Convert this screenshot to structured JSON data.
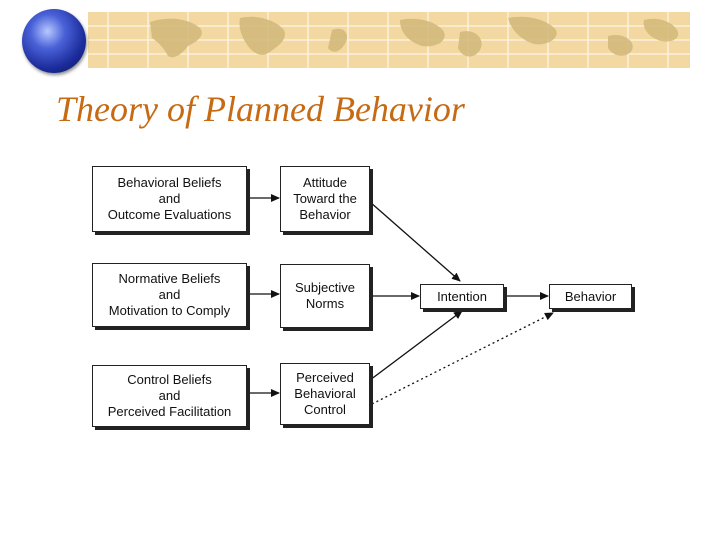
{
  "slide": {
    "title": "Theory of Planned Behavior"
  },
  "banner": {
    "background": "#f3d9a1",
    "gridline": "#ffffff",
    "land": "#d2b878",
    "globe_icon": "globe-icon"
  },
  "diagram": {
    "boxes": {
      "behavioral_beliefs": [
        "Behavioral Beliefs",
        "and",
        "Outcome Evaluations"
      ],
      "normative_beliefs": [
        "Normative Beliefs",
        "and",
        "Motivation to Comply"
      ],
      "control_beliefs": [
        "Control Beliefs",
        "and",
        "Perceived Facilitation"
      ],
      "attitude": [
        "Attitude",
        "Toward the",
        "Behavior"
      ],
      "subjective_norms": [
        "Subjective",
        "Norms"
      ],
      "perceived_control": [
        "Perceived",
        "Behavioral",
        "Control"
      ],
      "intention": [
        "Intention"
      ],
      "behavior": [
        "Behavior"
      ]
    },
    "arrows": [
      {
        "from": "behavioral_beliefs",
        "to": "attitude",
        "style": "solid"
      },
      {
        "from": "normative_beliefs",
        "to": "subjective_norms",
        "style": "solid"
      },
      {
        "from": "control_beliefs",
        "to": "perceived_control",
        "style": "solid"
      },
      {
        "from": "attitude",
        "to": "intention",
        "style": "solid"
      },
      {
        "from": "subjective_norms",
        "to": "intention",
        "style": "solid"
      },
      {
        "from": "perceived_control",
        "to": "intention",
        "style": "solid"
      },
      {
        "from": "intention",
        "to": "behavior",
        "style": "solid"
      },
      {
        "from": "perceived_control",
        "to": "behavior",
        "style": "dotted"
      }
    ]
  }
}
